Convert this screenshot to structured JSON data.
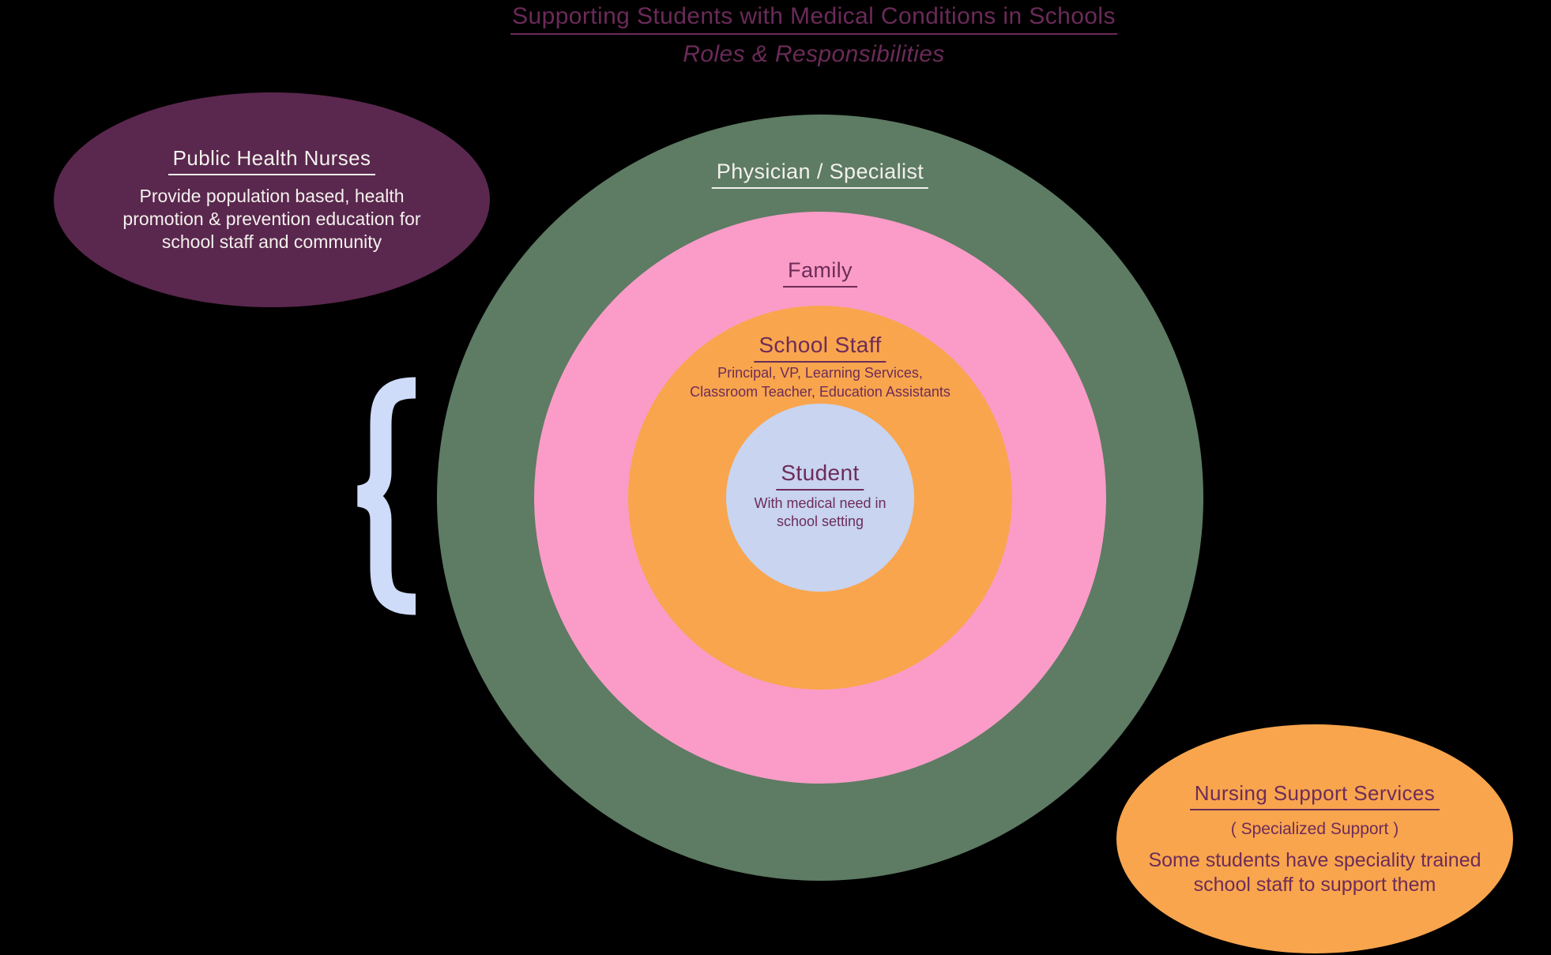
{
  "page": {
    "title": "Supporting Students with Medical Conditions in Schools",
    "subtitle": "Roles & Responsibilities",
    "background_color": "#000000",
    "title_color": "#6B2A59"
  },
  "rings": [
    {
      "id": "physician",
      "label": "Physician / Specialist",
      "color": "#5E7B64",
      "text_color": "#F3F1EC"
    },
    {
      "id": "family",
      "label": "Family",
      "color": "#FA9CC7",
      "text_color": "#6D2C58"
    },
    {
      "id": "school-staff",
      "label": "School Staff",
      "sublabel": "Principal, VP, Learning Services,\nClassroom Teacher, Education Assistants",
      "color": "#F9A54D",
      "text_color": "#6D2C58"
    },
    {
      "id": "student",
      "label": "Student",
      "sublabel": "With medical need in\nschool setting",
      "color": "#C8D4F0",
      "text_color": "#6D2C58"
    }
  ],
  "callouts": {
    "public_health_nurses": {
      "title": "Public Health Nurses",
      "body": "Provide population based, health\npromotion & prevention education for\nschool staff and community",
      "color": "#5A274E",
      "text_color": "#F3F1EC"
    },
    "nursing_support_services": {
      "title": "Nursing Support Services",
      "subtitle": "( Specialized Support )",
      "body": "Some students have speciality trained\nschool staff to support them",
      "color": "#F9A54D",
      "text_color": "#6D2C58"
    }
  },
  "brace": {
    "glyph": "{",
    "color": "#CEDCF9"
  }
}
